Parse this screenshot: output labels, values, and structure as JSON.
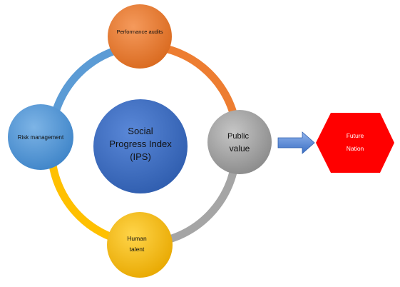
{
  "diagram": {
    "center": {
      "line1": "Social",
      "line2": "Progress Index",
      "line3": "(IPS)",
      "color": "#4472C4"
    },
    "nodes": {
      "top": {
        "label": "Performance audits",
        "color": "#ED7D31"
      },
      "left": {
        "label": "Risk management",
        "color": "#5B9BD5"
      },
      "bottom": {
        "line1": "Human",
        "line2": "talent",
        "color": "#FFC000"
      },
      "right": {
        "line1": "Public",
        "line2": "value",
        "color": "#A5A5A5"
      }
    },
    "arcs": {
      "top_left": "#5B9BD5",
      "top_right": "#ED7D31",
      "bottom_left": "#FFC000",
      "bottom_right": "#A5A5A5"
    },
    "arrow_color": "#4A7FD0",
    "outcome": {
      "line1": "Future",
      "line2": "Nation",
      "color": "#FF0000"
    }
  }
}
